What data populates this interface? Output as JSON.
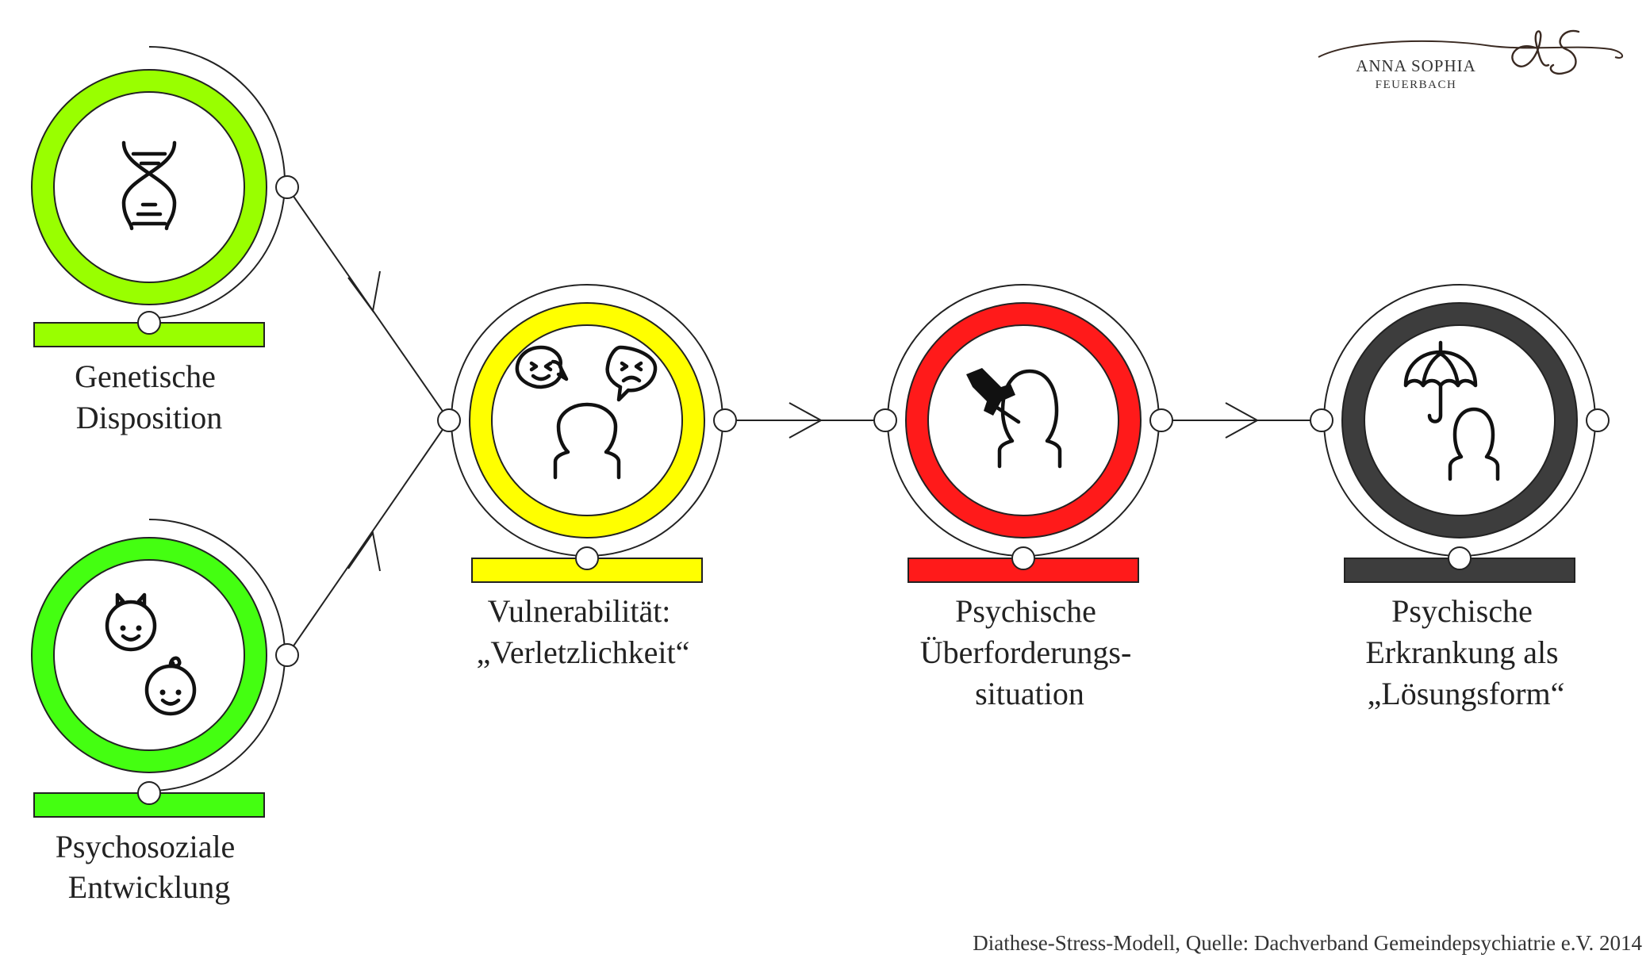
{
  "logo": {
    "name": "ANNA SOPHIA",
    "surname": "FEUERBACH",
    "monogram": "as"
  },
  "nodes": [
    {
      "id": "genetic",
      "label_lines": [
        "Genetische",
        "Disposition"
      ],
      "color": "#99ff00",
      "icon": "dna-icon"
    },
    {
      "id": "psychosocial",
      "label_lines": [
        "Psychosoziale",
        "Entwicklung"
      ],
      "color": "#44ff11",
      "icon": "babies-icon"
    },
    {
      "id": "vulnerability",
      "label_lines": [
        "Vulnerabilität:",
        "„Verletzlichkeit“"
      ],
      "color": "#ffff00",
      "icon": "person-speech-bubbles-icon"
    },
    {
      "id": "overload",
      "label_lines": [
        "Psychische",
        "Überforderungs-",
        "situation"
      ],
      "color": "#ff1a1a",
      "icon": "person-pushpin-icon"
    },
    {
      "id": "illness",
      "label_lines": [
        "Psychische",
        "Erkrankung als",
        "„Lösungsform“"
      ],
      "color": "#3d3d3d",
      "icon": "person-umbrella-icon"
    }
  ],
  "edges": [
    {
      "from": "genetic",
      "to": "vulnerability"
    },
    {
      "from": "psychosocial",
      "to": "vulnerability"
    },
    {
      "from": "vulnerability",
      "to": "overload"
    },
    {
      "from": "overload",
      "to": "illness"
    }
  ],
  "caption": "Diathese-Stress-Modell, Quelle: Dachverband Gemeindepsychiatrie e.V. 2014"
}
